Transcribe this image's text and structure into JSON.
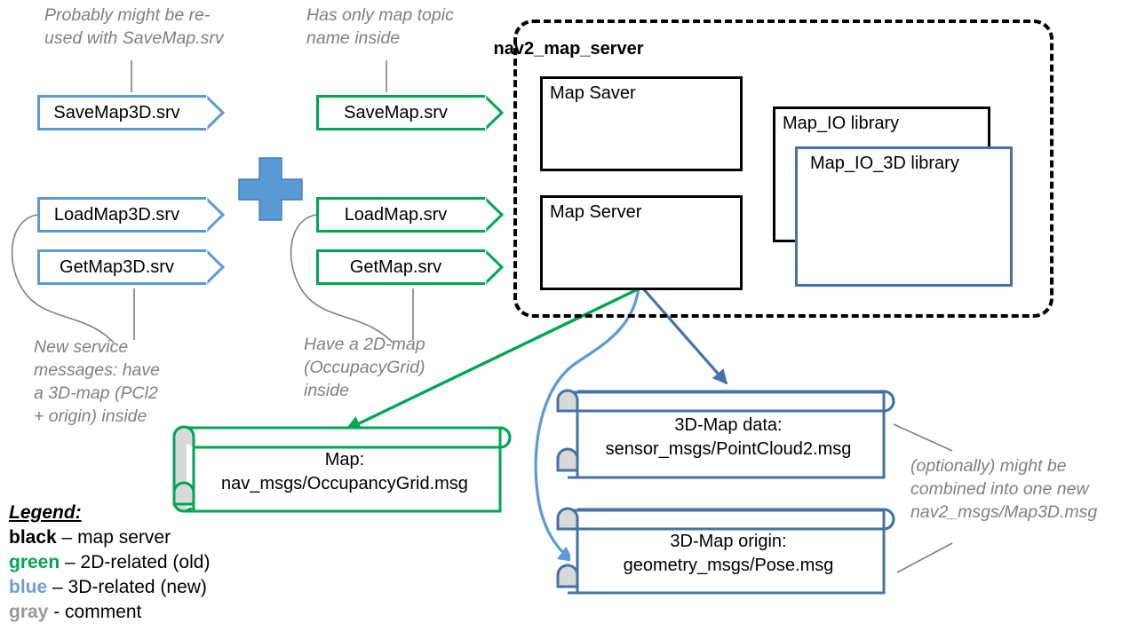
{
  "colors": {
    "blue": "#5B9BD5",
    "blue_dark": "#4472A8",
    "green": "#00A651",
    "black": "#000000",
    "gray": "#808080"
  },
  "comments": [
    {
      "name": "comment-savemap3d",
      "text": "Probably might be re-\nused with SaveMap.srv"
    },
    {
      "name": "comment-savemap",
      "text": "Has only map topic\nname inside"
    },
    {
      "name": "comment-new-service-messages",
      "text": "New service\nmessages: have\na 3D-map (PCl2\n+ origin) inside"
    },
    {
      "name": "comment-2d-map",
      "text": "Have a 2D-map\n(OccupacyGrid)\ninside"
    },
    {
      "name": "comment-optionally-combined",
      "text": "(optionally) might be\ncombined into one new\nnav2_msgs/Map3D.msg"
    }
  ],
  "services_3d": [
    {
      "label": "SaveMap3D.srv"
    },
    {
      "label": "LoadMap3D.srv"
    },
    {
      "label": "GetMap3D.srv"
    }
  ],
  "services_2d": [
    {
      "label": "SaveMap.srv"
    },
    {
      "label": "LoadMap.srv"
    },
    {
      "label": "GetMap.srv"
    }
  ],
  "plus_symbol": "+",
  "nav2_map_server": {
    "title": "nav2_map_server",
    "boxes": [
      {
        "label": "Map Saver"
      },
      {
        "label": "Map Server"
      },
      {
        "label": "Map_IO library"
      },
      {
        "label": "Map_IO_3D library"
      }
    ]
  },
  "messages": [
    {
      "name": "msg-map-2d",
      "text": "Map:\nnav_msgs/OccupancyGrid.msg"
    },
    {
      "name": "msg-3d-map-data",
      "text": "3D-Map data:\nsensor_msgs/PointCloud2.msg"
    },
    {
      "name": "msg-3d-map-origin",
      "text": "3D-Map origin:\ngeometry_msgs/Pose.msg"
    }
  ],
  "legend": {
    "title": "Legend:",
    "rows": [
      {
        "key": "black",
        "sep": " – ",
        "desc": "map server"
      },
      {
        "key": "green",
        "sep": " – ",
        "desc": "2D-related (old)"
      },
      {
        "key": "blue",
        "sep": " – ",
        "desc": "3D-related (new)"
      },
      {
        "key": "gray",
        "sep": " - ",
        "desc": "comment"
      }
    ]
  }
}
